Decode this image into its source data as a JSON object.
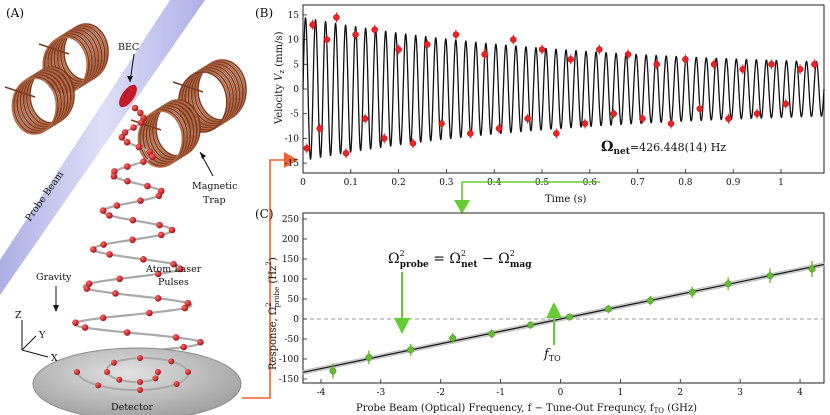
{
  "panels": {
    "a": "(A)",
    "b": "(B)",
    "c": "(C)"
  },
  "panel_a": {
    "bec": "BEC",
    "probe_beam": "Probe Beam",
    "magnetic": "Magnetic",
    "trap": "Trap",
    "gravity": "Gravity",
    "atom_laser_1": "Atom Laser",
    "atom_laser_2": "Pulses",
    "detector": "Detector",
    "axis_z": "Z",
    "axis_y": "Y",
    "axis_x": "X"
  },
  "colors": {
    "coil": "#7a3b22",
    "coil_light": "#b86a45",
    "beam": "#b7b8e8",
    "atoms": "#cc1111",
    "data_red": "#ee2222",
    "data_green": "#66bb33",
    "arrow_orange": "#f2622e",
    "arrow_green": "#66cc33"
  },
  "chart_b": {
    "ylabel_pre": "Velocity ",
    "ylabel_var": "V",
    "ylabel_sub": "z",
    "ylabel_post": " (mm/s)",
    "xlabel": "Time (s)",
    "omega_label": "Ω",
    "omega_sub": "net",
    "omega_value": "=426.448(14) Hz",
    "xticks": [
      "0",
      "0.1",
      "0.2",
      "0.3",
      "0.4",
      "0.5",
      "0.6",
      "0.7",
      "0.8",
      "0.9",
      "1"
    ],
    "yticks": [
      "-15",
      "-10",
      "-5",
      "0",
      "5",
      "10",
      "15"
    ]
  },
  "chart_c": {
    "ylabel_pre": "Response, Ω",
    "ylabel_sub": "probe",
    "ylabel_post": " (Hz",
    "ylabel_end": ")",
    "xlabel": "Probe Beam (Optical) Frequency, f  −  Tune-Out Frequncy, f",
    "xlabel_sub": "TO",
    "xlabel_unit": "  (GHz)",
    "eq_lhs": "Ω",
    "eq_lhs_sub": "probe",
    "eq_eq": " = Ω",
    "eq_net_sub": "net",
    "eq_minus": " − Ω",
    "eq_mag_sub": "mag",
    "sq": "2",
    "fto": "f",
    "fto_sub": "TO",
    "xticks": [
      "-4",
      "-3",
      "-2",
      "-1",
      "0",
      "1",
      "2",
      "3",
      "4"
    ],
    "yticks": [
      "250",
      "200",
      "150",
      "100",
      "50",
      "0",
      "-50",
      "-100",
      "-150"
    ]
  },
  "chart_data": [
    {
      "type": "scatter",
      "title": "",
      "xlabel": "Time (s)",
      "ylabel": "Velocity Vz (mm/s)",
      "xlim": [
        0,
        1.09
      ],
      "ylim": [
        -17,
        17
      ],
      "fit": {
        "frequency_hz": 426.448,
        "amplitude_mm_s": 14.5,
        "decay_time_s": 1.0
      },
      "series": [
        {
          "values_note": "",
          "x": [
            0.008,
            0.02,
            0.035,
            0.05,
            0.07,
            0.09,
            0.11,
            0.13,
            0.15,
            0.17,
            0.2,
            0.23,
            0.26,
            0.29,
            0.32,
            0.35,
            0.38,
            0.41,
            0.44,
            0.47,
            0.5,
            0.53,
            0.56,
            0.59,
            0.62,
            0.65,
            0.68,
            0.71,
            0.74,
            0.77,
            0.8,
            0.83,
            0.86,
            0.89,
            0.92,
            0.95,
            0.98,
            1.01,
            1.04,
            1.07
          ],
          "y": [
            -12,
            13,
            -8,
            10,
            14.5,
            -13,
            11,
            -6,
            12,
            -10,
            8,
            -11,
            9,
            -7,
            11,
            -9,
            7,
            -8,
            10,
            -6,
            8,
            -9,
            6,
            -7,
            8,
            -5,
            7,
            -6,
            5,
            -7,
            6,
            -4,
            5,
            -6,
            4,
            -5,
            5,
            -3,
            4,
            5
          ]
        }
      ]
    },
    {
      "type": "scatter",
      "title": "",
      "xlabel": "Probe Beam (Optical) Frequency, f − Tune-Out Frequncy, fTO (GHz)",
      "ylabel": "Response, Ω²probe (Hz²)",
      "xlim": [
        -4.3,
        4.4
      ],
      "ylim": [
        -160,
        265
      ],
      "fit": {
        "slope": 31,
        "intercept": 0
      },
      "series": [
        {
          "name": "",
          "x": [
            -3.8,
            -3.2,
            -2.5,
            -1.8,
            -1.15,
            -0.5,
            0.15,
            0.8,
            1.5,
            2.2,
            2.8,
            3.5,
            4.2
          ],
          "y": [
            -130,
            -96,
            -77,
            -48,
            -37,
            -15,
            5,
            25,
            46,
            67,
            88,
            108,
            125
          ]
        }
      ]
    }
  ]
}
